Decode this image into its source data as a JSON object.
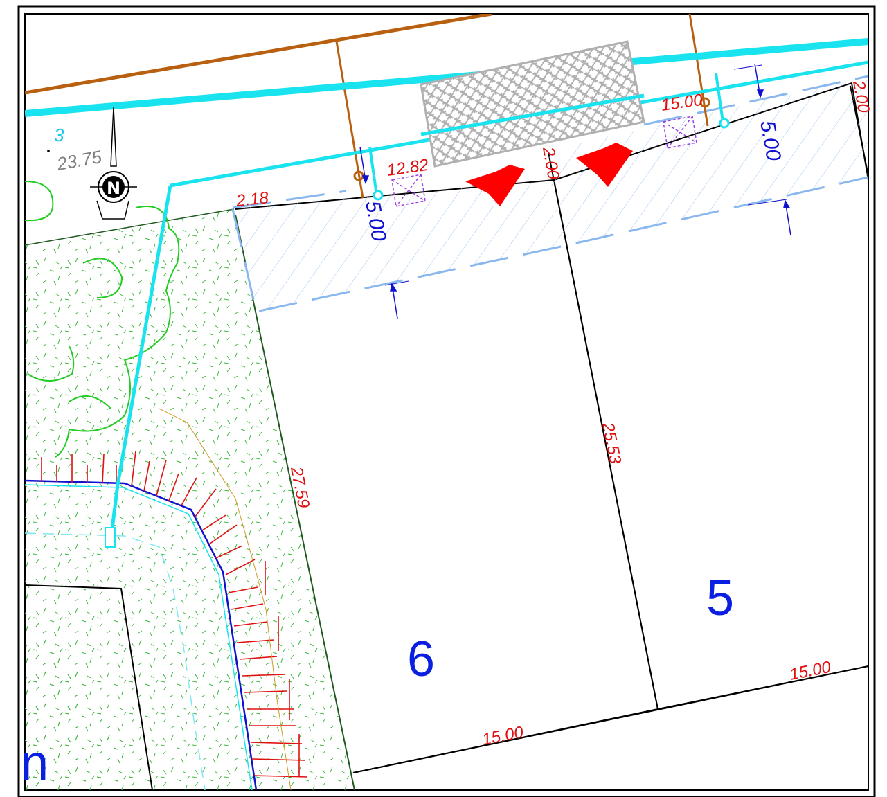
{
  "colors": {
    "water_line": "#19e3ef",
    "gas_line": "#b8600f",
    "lot_line": "#000000",
    "setback_line": "#8ab8ee",
    "dimension_text": "#e01010",
    "lot_number": "#0a1fe0",
    "arrow": "#ff0000",
    "vegetation": "#22cc22",
    "curb": "#1010d0",
    "hatch_grey": "#a8a8a8"
  },
  "north_arrow": {
    "label": "N"
  },
  "survey_point": {
    "number": "3",
    "elevation": "23.75"
  },
  "lots": [
    {
      "number": "6",
      "front": "12.82",
      "left_side": "27.59",
      "rear": "15.00",
      "front_left": "2.18",
      "setback": "5.00"
    },
    {
      "number": "5",
      "front": "15.00",
      "left_side": "25.53",
      "rear": "15.00",
      "front_left": "2.00",
      "setback": "5.00",
      "front_right": "2.00"
    }
  ],
  "partial_label": "n",
  "icons": [
    "north-arrow-icon",
    "water-meter-icon",
    "gas-valve-icon",
    "driveway-arrow-icon",
    "utility-box-icon"
  ]
}
